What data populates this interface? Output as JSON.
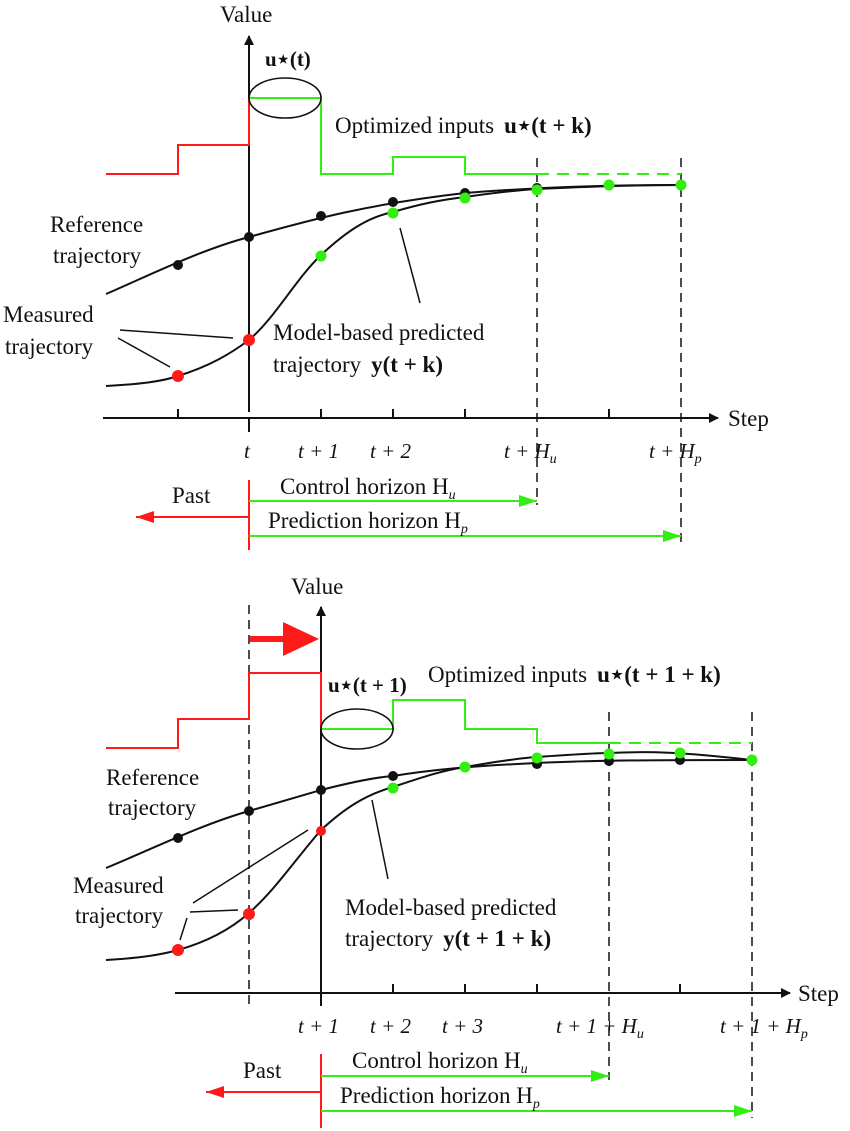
{
  "colors": {
    "past": "#ff1a1a",
    "future": "#33ee11",
    "ink": "#111111"
  },
  "panels": [
    {
      "id": "top",
      "y_axis_label": "Value",
      "x_axis_label": "Step",
      "current_input_label": "u⋆(t)",
      "optimized_inputs_label": "Optimized inputs",
      "optimized_inputs_math": "u⋆(t + k)",
      "reference_label": [
        "Reference",
        "trajectory"
      ],
      "measured_label": [
        "Measured",
        "trajectory"
      ],
      "predicted_label": [
        "Model-based predicted",
        "trajectory"
      ],
      "predicted_math": "y(t + k)",
      "ticks": [
        "t",
        "t + 1",
        "t + 2",
        "t + H",
        "t + H"
      ],
      "tick_subs": [
        "",
        "",
        "",
        "u",
        "p"
      ],
      "past_label": "Past",
      "control_horizon_label": "Control horizon H",
      "control_horizon_sub": "u",
      "prediction_horizon_label": "Prediction horizon H",
      "prediction_horizon_sub": "p"
    },
    {
      "id": "bottom",
      "y_axis_label": "Value",
      "x_axis_label": "Step",
      "current_input_label": "u⋆(t + 1)",
      "optimized_inputs_label": "Optimized inputs",
      "optimized_inputs_math": "u⋆(t + 1 + k)",
      "reference_label": [
        "Reference",
        "trajectory"
      ],
      "measured_label": [
        "Measured",
        "trajectory"
      ],
      "predicted_label": [
        "Model-based predicted",
        "trajectory"
      ],
      "predicted_math": "y(t + 1 + k)",
      "ticks": [
        "t + 1",
        "t + 2",
        "t + 3",
        "t + 1 + H",
        "t + 1 + H"
      ],
      "tick_subs": [
        "",
        "",
        "",
        "u",
        "p"
      ],
      "past_label": "Past",
      "control_horizon_label": "Control horizon H",
      "control_horizon_sub": "u",
      "prediction_horizon_label": "Prediction horizon H",
      "prediction_horizon_sub": "p"
    }
  ]
}
